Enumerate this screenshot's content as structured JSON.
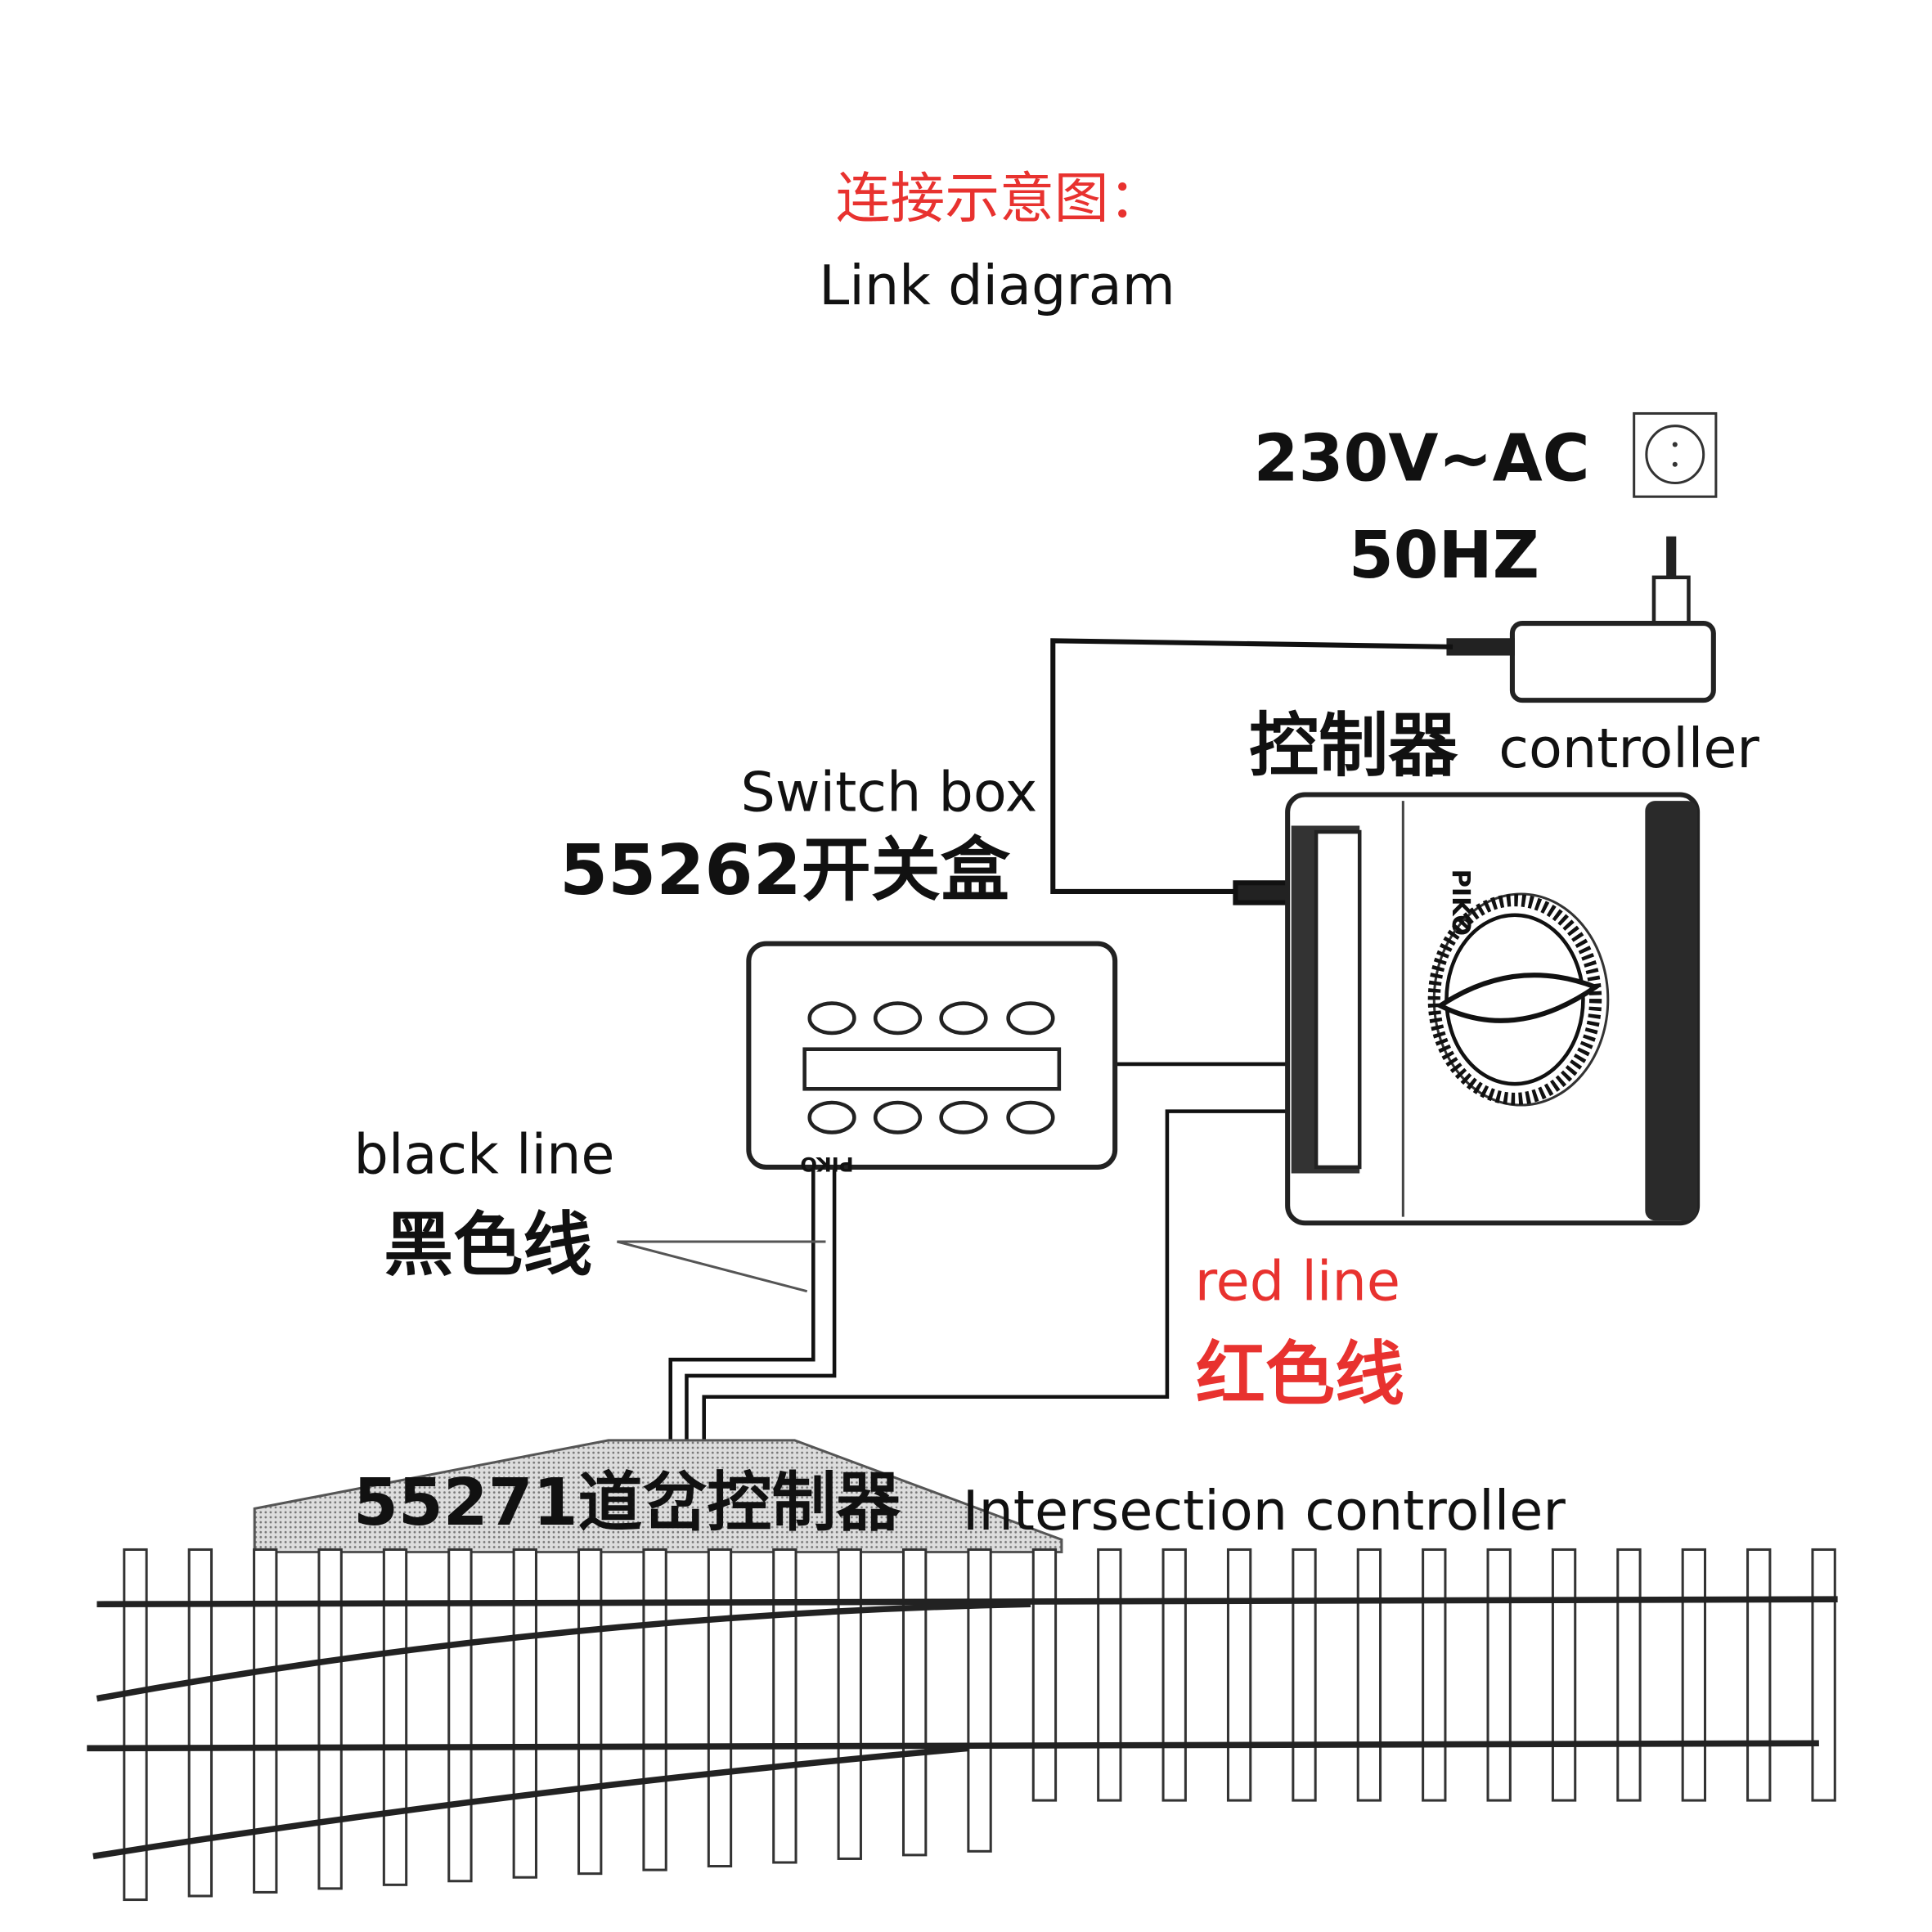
{
  "title_cn": "连接示意图：",
  "title_en": "Link diagram",
  "power": {
    "voltage": "230V~AC",
    "frequency": "50HZ"
  },
  "controller": {
    "label_cn": "控制器",
    "label_en": "controller",
    "brand": "PIKO"
  },
  "switch_box": {
    "label_en": "Switch box",
    "label_cn": "55262开关盒",
    "brand": "PIKO"
  },
  "black_line": {
    "label_en": "black line",
    "label_cn": "黑色线"
  },
  "red_line": {
    "label_en": "red line",
    "label_cn": "红色线"
  },
  "intersection": {
    "label_cn": "55271道岔控制器",
    "label_en": "Intersection controller"
  },
  "colors": {
    "red": "#e8322f",
    "ink": "#111111"
  }
}
